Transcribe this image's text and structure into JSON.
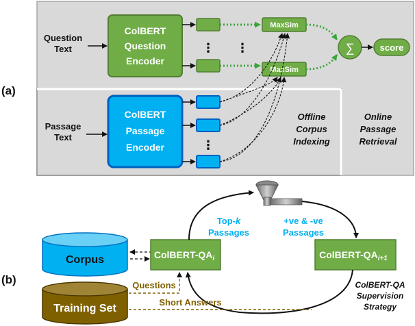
{
  "panel_a": {
    "label": "(a)",
    "question_text": [
      "Question",
      "Text"
    ],
    "passage_text": [
      "Passage",
      "Text"
    ],
    "question_encoder": [
      "ColBERT",
      "Question",
      "Encoder"
    ],
    "passage_encoder": [
      "ColBERT",
      "Passage",
      "Encoder"
    ],
    "maxsim": "MaxSim",
    "sum": "∑",
    "score": "score",
    "vdots": "⋮",
    "offline": [
      "Offline",
      "Corpus",
      "Indexing"
    ],
    "online": [
      "Online",
      "Passage",
      "Retrieval"
    ]
  },
  "panel_b": {
    "label": "(b)",
    "corpus": "Corpus",
    "training_set": "Training Set",
    "qa_i": "ColBERT-QA",
    "qa_i_sub": "i",
    "qa_next": "ColBERT-QA",
    "qa_next_sub": "i+1",
    "topk_prefix": "Top-",
    "topk_k": "k",
    "topk_suffix": "Passages",
    "pn_line1": "+ve & -ve",
    "pn_line2": "Passages",
    "questions": "Questions",
    "short_answers": "Short Answers",
    "strategy": [
      "ColBERT-QA",
      "Supervision",
      "Strategy"
    ]
  },
  "colors": {
    "green": "#70ad47",
    "green_dark": "#507e32",
    "blue": "#00b0f0",
    "blue_dark": "#0060c0",
    "brown": "#7f6000",
    "annotation_blue": "#00b0f0",
    "annotation_brown": "#806000",
    "panel_gray": "#d9d9d9"
  }
}
